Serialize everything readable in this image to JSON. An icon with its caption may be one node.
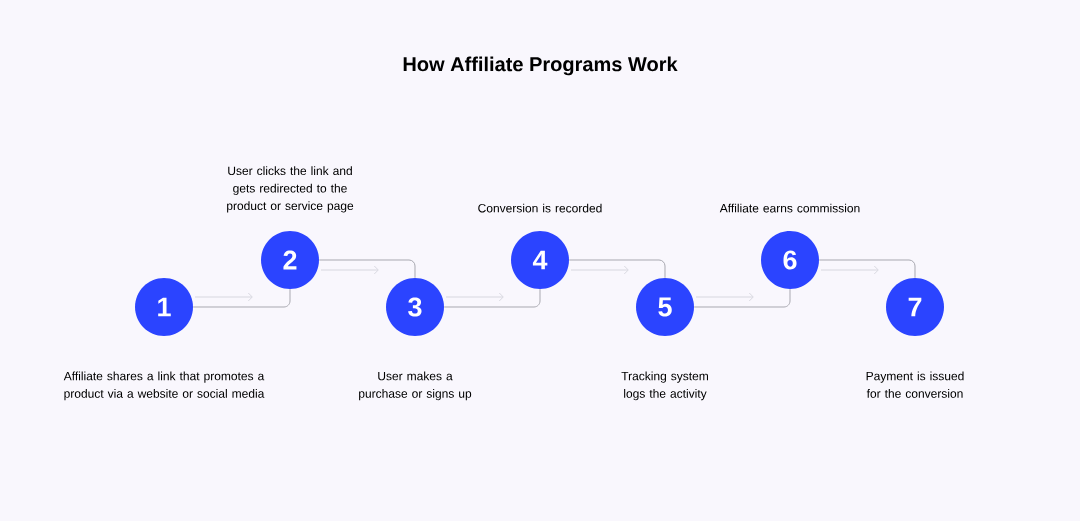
{
  "diagram": {
    "title": "How Affiliate Programs Work",
    "nodes": [
      {
        "text": [
          "1"
        ],
        "beside": [
          "Affiliate shares a link that promotes a product via a website or social media"
        ]
      },
      {
        "text": [
          "2"
        ],
        "beside": [
          "User clicks the link and gets redirected to the product or service page"
        ]
      },
      {
        "text": [
          "3"
        ],
        "beside": [
          "User makes a purchase or signs up"
        ]
      },
      {
        "text": [
          "4"
        ],
        "beside": [
          "Conversion is recorded"
        ]
      },
      {
        "text": [
          "5"
        ],
        "beside": [
          "Tracking system logs the activity"
        ]
      },
      {
        "text": [
          "6"
        ],
        "beside": [
          "Affiliate earns commission"
        ]
      },
      {
        "text": [
          "7"
        ],
        "beside": [
          "Payment is issued for the conversion"
        ]
      }
    ],
    "edges": [
      {
        "from": 0,
        "to": 1,
        "arrow": "none"
      },
      {
        "from": 1,
        "to": 2,
        "arrow": "none"
      },
      {
        "from": 2,
        "to": 3,
        "arrow": "none"
      },
      {
        "from": 3,
        "to": 4,
        "arrow": "none"
      },
      {
        "from": 4,
        "to": 5,
        "arrow": "none"
      },
      {
        "from": 5,
        "to": 6,
        "arrow": "none"
      }
    ]
  }
}
